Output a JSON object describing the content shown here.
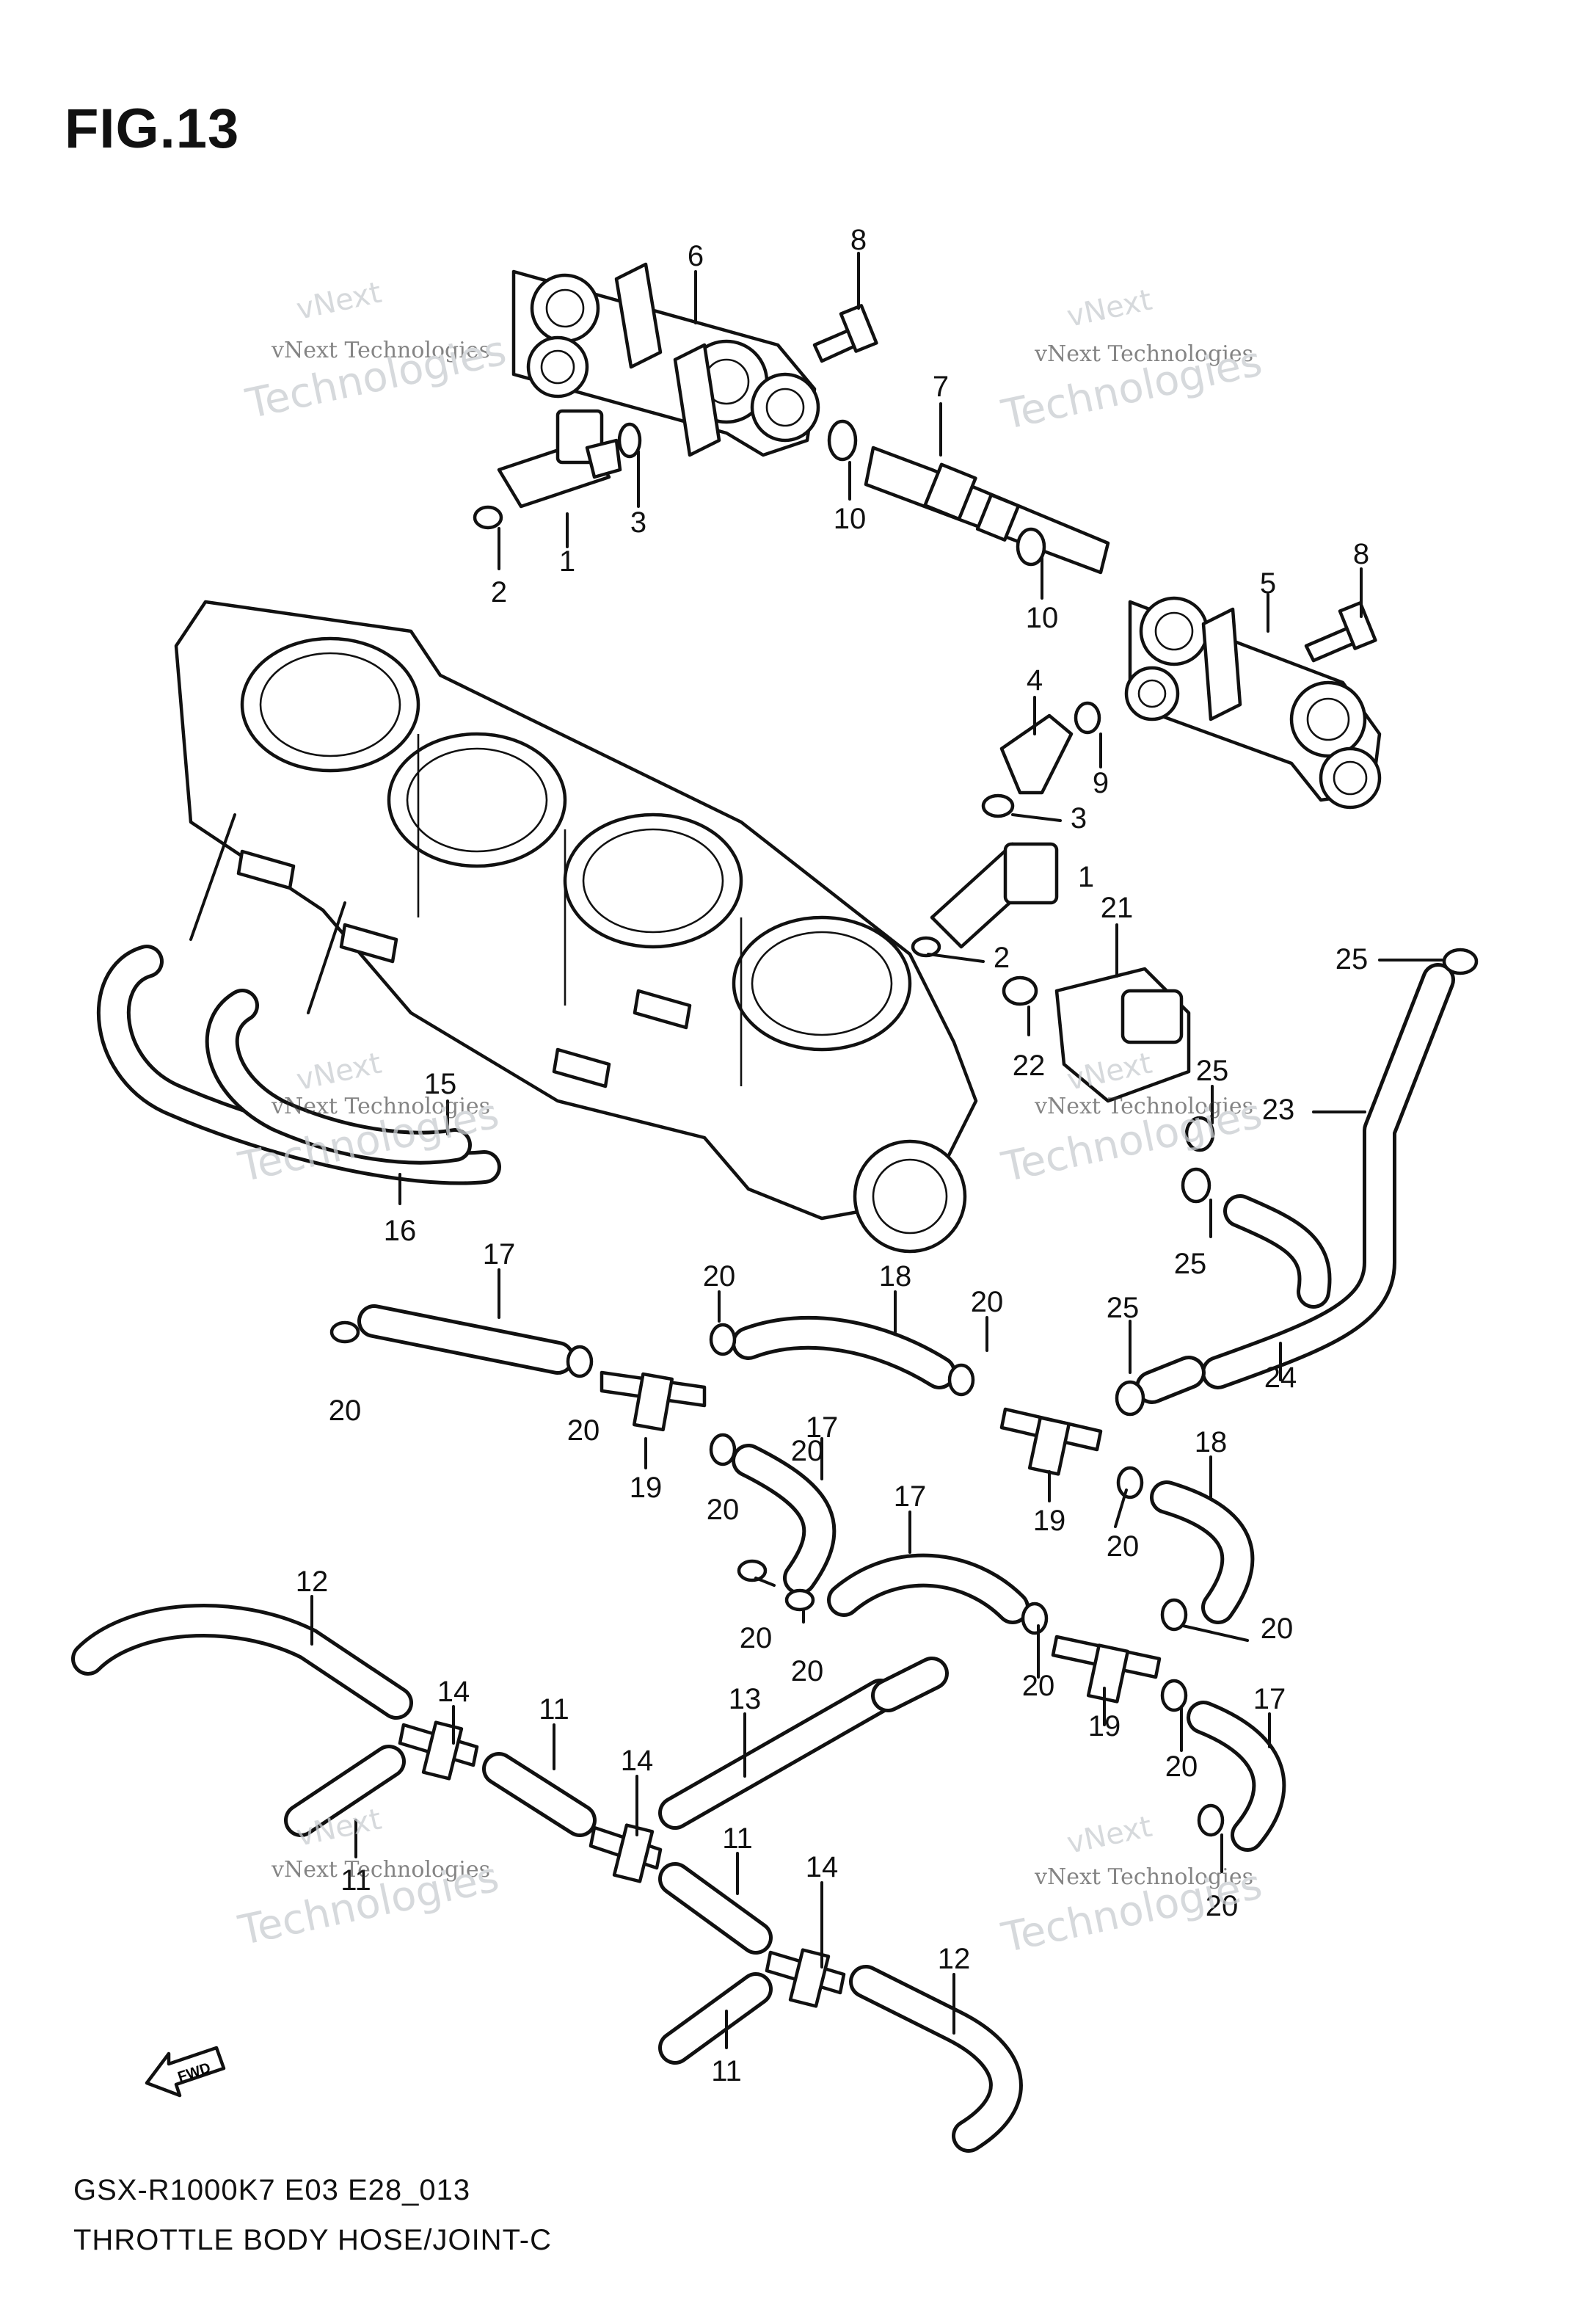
{
  "figure": {
    "title": "FIG.13",
    "model_code": "GSX-R1000K7 E03 E28_013",
    "diagram_title": "THROTTLE BODY HOSE/JOINT-C"
  },
  "watermark": {
    "line1": "vNext Technologies",
    "big": "Technologies",
    "small": "vNext"
  },
  "fwd_label": "FWD",
  "callouts": {
    "c1a": "1",
    "c1b": "1",
    "c2a": "2",
    "c2b": "2",
    "c3a": "3",
    "c3b": "3",
    "c4": "4",
    "c5": "5",
    "c6": "6",
    "c7": "7",
    "c8a": "8",
    "c8b": "8",
    "c9": "9",
    "c10a": "10",
    "c10b": "10",
    "c11a": "11",
    "c11b": "11",
    "c11c": "11",
    "c11d": "11",
    "c12a": "12",
    "c12b": "12",
    "c13": "13",
    "c14a": "14",
    "c14b": "14",
    "c14c": "14",
    "c15": "15",
    "c16": "16",
    "c17a": "17",
    "c17b": "17",
    "c17c": "17",
    "c17d": "17",
    "c18a": "18",
    "c18b": "18",
    "c19a": "19",
    "c19b": "19",
    "c19c": "19",
    "c20a": "20",
    "c20b": "20",
    "c20c": "20",
    "c20d": "20",
    "c20e": "20",
    "c20f": "20",
    "c20g": "20",
    "c20h": "20",
    "c20i": "20",
    "c20j": "20",
    "c20k": "20",
    "c20l": "20",
    "c20m": "20",
    "c21": "21",
    "c22": "22",
    "c23": "23",
    "c24": "24",
    "c25a": "25",
    "c25b": "25",
    "c25c": "25",
    "c25d": "25"
  }
}
